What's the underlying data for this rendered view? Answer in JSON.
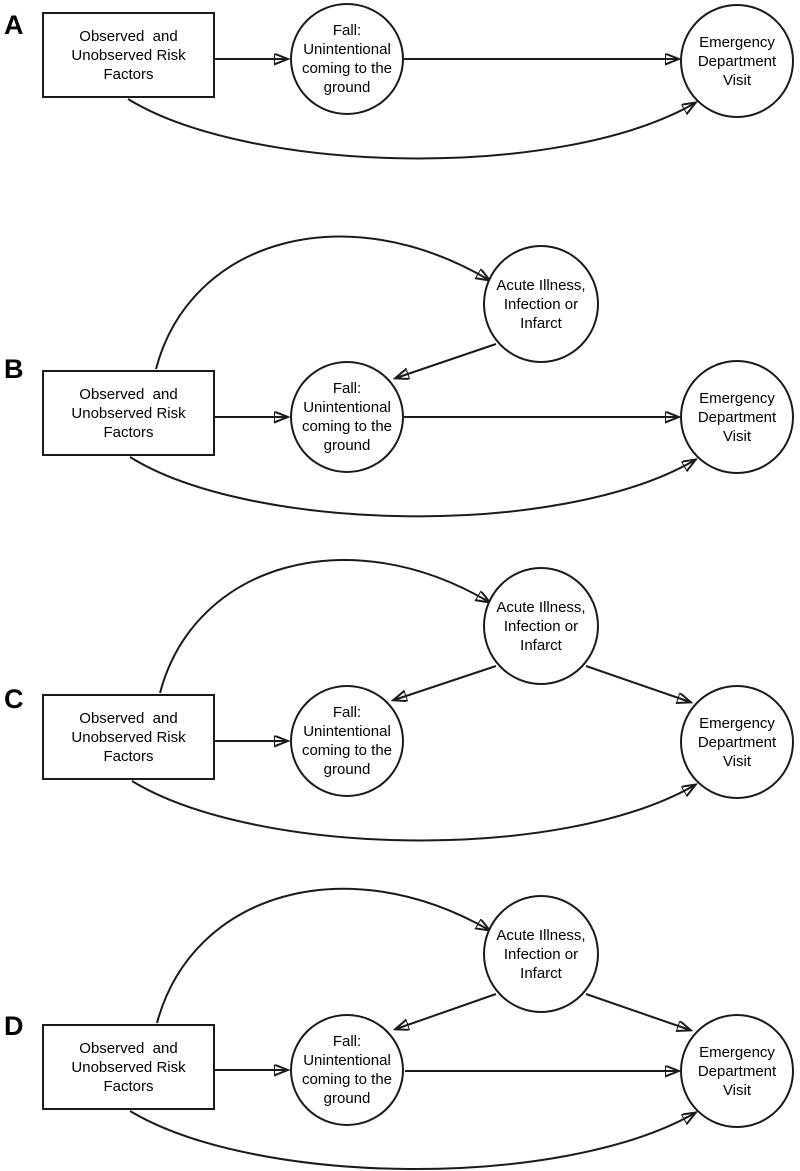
{
  "colors": {
    "line": "#1a1a1a",
    "text": "#000000",
    "background": "#ffffff"
  },
  "nodes": {
    "risk_factors": {
      "shape": "rectangle",
      "label": "Observed  and\nUnobserved Risk\nFactors"
    },
    "fall": {
      "shape": "ellipse",
      "label": "Fall:\nUnintentional\ncoming to the\nground"
    },
    "acute_illness": {
      "shape": "ellipse",
      "label": "Acute Illness,\nInfection or\nInfarct"
    },
    "emergency_department": {
      "shape": "ellipse",
      "label": "Emergency\nDepartment\nVisit"
    }
  },
  "panels": [
    {
      "label": "A",
      "nodes": [
        "risk_factors",
        "fall",
        "emergency_department"
      ],
      "edges": [
        {
          "from": "risk_factors",
          "to": "fall"
        },
        {
          "from": "fall",
          "to": "emergency_department"
        },
        {
          "from": "risk_factors",
          "to": "emergency_department"
        }
      ]
    },
    {
      "label": "B",
      "nodes": [
        "risk_factors",
        "acute_illness",
        "fall",
        "emergency_department"
      ],
      "edges": [
        {
          "from": "risk_factors",
          "to": "acute_illness"
        },
        {
          "from": "acute_illness",
          "to": "fall"
        },
        {
          "from": "risk_factors",
          "to": "fall"
        },
        {
          "from": "fall",
          "to": "emergency_department"
        },
        {
          "from": "risk_factors",
          "to": "emergency_department"
        }
      ]
    },
    {
      "label": "C",
      "nodes": [
        "risk_factors",
        "acute_illness",
        "fall",
        "emergency_department"
      ],
      "edges": [
        {
          "from": "risk_factors",
          "to": "acute_illness"
        },
        {
          "from": "acute_illness",
          "to": "fall"
        },
        {
          "from": "acute_illness",
          "to": "emergency_department"
        },
        {
          "from": "risk_factors",
          "to": "fall"
        },
        {
          "from": "risk_factors",
          "to": "emergency_department"
        }
      ]
    },
    {
      "label": "D",
      "nodes": [
        "risk_factors",
        "acute_illness",
        "fall",
        "emergency_department"
      ],
      "edges": [
        {
          "from": "risk_factors",
          "to": "acute_illness"
        },
        {
          "from": "acute_illness",
          "to": "fall"
        },
        {
          "from": "acute_illness",
          "to": "emergency_department"
        },
        {
          "from": "risk_factors",
          "to": "fall"
        },
        {
          "from": "fall",
          "to": "emergency_department"
        },
        {
          "from": "risk_factors",
          "to": "emergency_department"
        }
      ]
    }
  ]
}
